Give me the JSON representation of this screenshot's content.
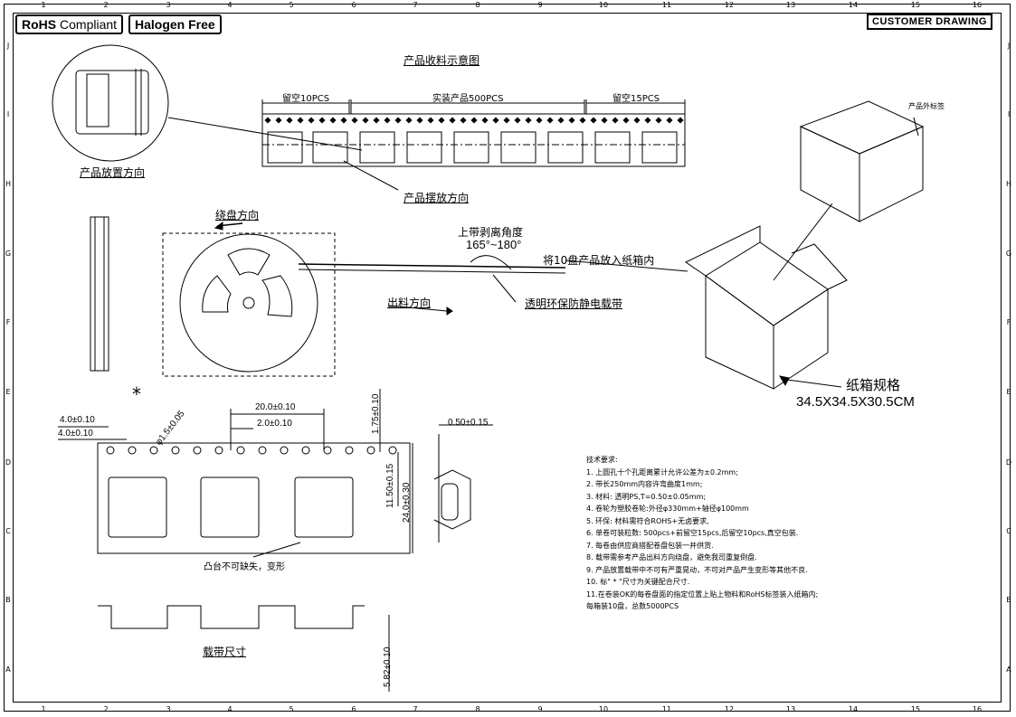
{
  "badges": {
    "rohs_bold": "RoHS",
    "rohs_rest": "Compliant",
    "halogen": "Halogen Free"
  },
  "customer_drawing": "CUSTOMER DRAWING",
  "border": {
    "columns": [
      "1",
      "2",
      "3",
      "4",
      "5",
      "6",
      "7",
      "8",
      "9",
      "10",
      "11",
      "12",
      "13",
      "14",
      "15",
      "16"
    ],
    "rows": [
      "J",
      "I",
      "H",
      "G",
      "F",
      "E",
      "D",
      "C",
      "B",
      "A"
    ]
  },
  "labels": {
    "packing_title": "产品收料示意图",
    "empty_10": "留空10PCS",
    "loaded_500": "实装产品500PCS",
    "empty_15": "留空15PCS",
    "placement_dir": "产品放置方向",
    "orientation_dir": "产品摆放方向",
    "winding_dir": "绕盘方向",
    "peel_angle_title": "上带剥离角度",
    "peel_angle_value": "165°~180°",
    "feed_dir": "出料方向",
    "clear_tape": "透明环保防静电载带",
    "ten_reels_box": "将10盘产品放入纸箱内",
    "outer_label": "产品外标签",
    "carton_spec_title": "纸箱规格",
    "carton_spec_value": "34.5X34.5X30.5CM",
    "boss_note": "凸台不可缺失，变形",
    "tape_dims": "载带尺寸",
    "asterisk": "*"
  },
  "dimensions": {
    "d_4_0_a": "4.0±0.10",
    "d_4_0_b": "4.0±0.10",
    "d_hole": "φ1.5±0.05",
    "d_20": "20.0±0.10",
    "d_2": "2.0±0.10",
    "d_1_75": "1.75±0.10",
    "d_0_50": "0.50±0.15",
    "d_11_50": "11.50±0.15",
    "d_24": "24.0±0.30",
    "d_5_82": "5.82±0.10"
  },
  "notes": {
    "title": "技术要求:",
    "items": [
      "1. 上圆孔十个孔距离累计允许公差为±0.2mm;",
      "2. 带长250mm内容许弯曲度1mm;",
      "3. 材料: 透明PS,T=0.50±0.05mm;",
      "4. 卷轮为塑胶卷轮:外径φ330mm+轴径φ100mm",
      "5. 环保: 材料需符合ROHS+无卤要求,",
      "6. 单卷可装粒数: 500pcs+前留空15pcs,后留空10pcs,真空包装.",
      "7. 每卷由供应商搭配卷盘包装一并供货.",
      "8. 载带需参考产品出料方向绕盘，避免我司重复倒盘.",
      "9. 产品放置载带中不可有严重晃动，不可对产品产生变形等其他不良.",
      "10. 标\" * \"尺寸为关键配合尺寸.",
      "11.在卷装OK的每卷盘面的指定位置上贴上物料和RoHS标签装入纸箱内;",
      "    每箱装10盘，总数5000PCS"
    ]
  }
}
